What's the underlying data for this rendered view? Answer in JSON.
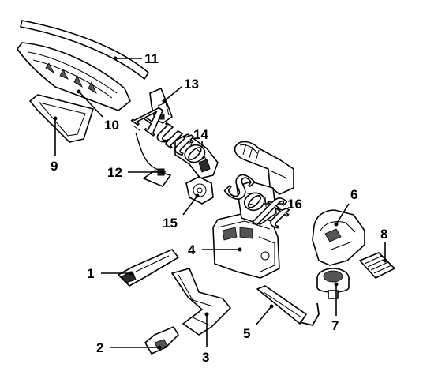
{
  "watermark": {
    "text_1": "Auto",
    "text_2": "Soft"
  },
  "callouts": [
    {
      "id": "1",
      "label": "1"
    },
    {
      "id": "2",
      "label": "2"
    },
    {
      "id": "3",
      "label": "3"
    },
    {
      "id": "4",
      "label": "4"
    },
    {
      "id": "5",
      "label": "5"
    },
    {
      "id": "6",
      "label": "6"
    },
    {
      "id": "7",
      "label": "7"
    },
    {
      "id": "8",
      "label": "8"
    },
    {
      "id": "9",
      "label": "9"
    },
    {
      "id": "10",
      "label": "10"
    },
    {
      "id": "11",
      "label": "11"
    },
    {
      "id": "12",
      "label": "12"
    },
    {
      "id": "13",
      "label": "13"
    },
    {
      "id": "14",
      "label": "14"
    },
    {
      "id": "15",
      "label": "15"
    },
    {
      "id": "16",
      "label": "16"
    }
  ]
}
